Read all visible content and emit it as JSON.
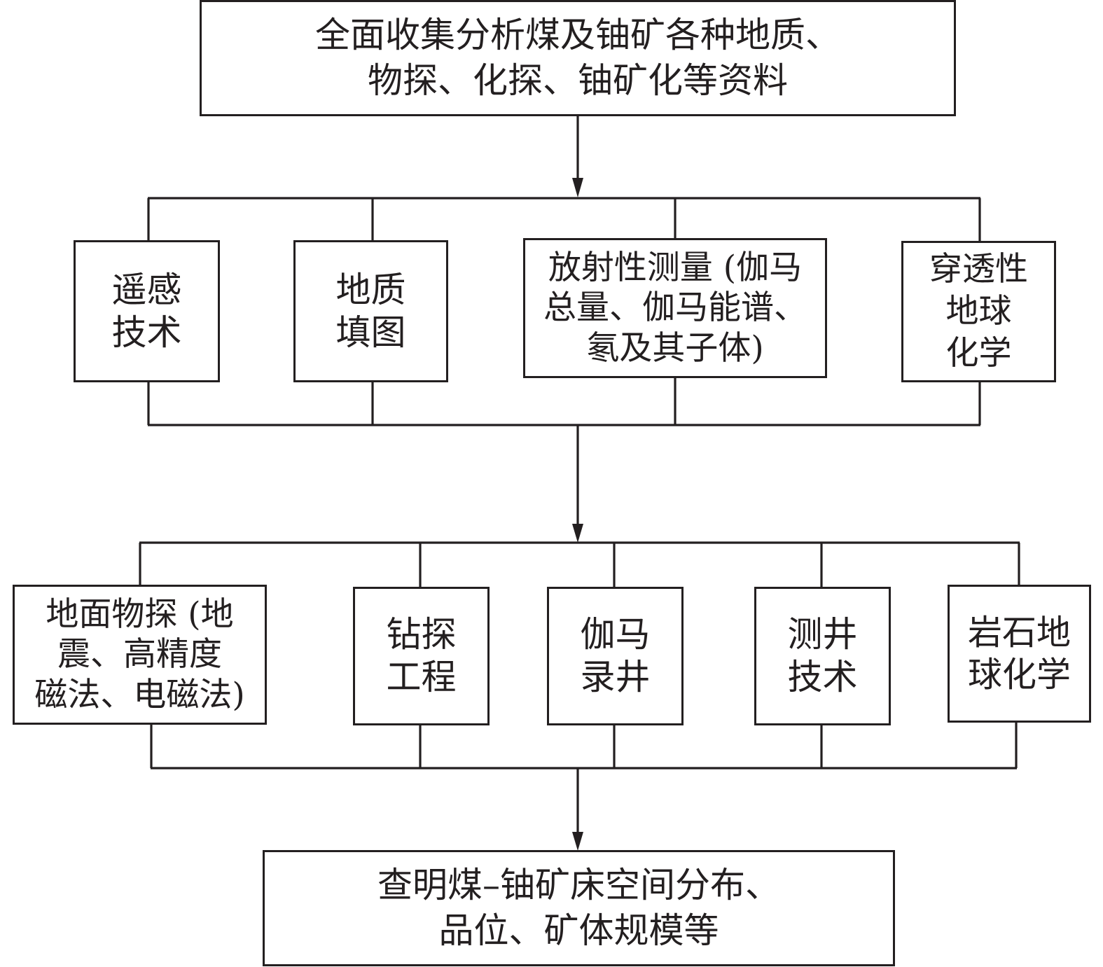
{
  "diagram": {
    "type": "flowchart",
    "direction": "top-to-bottom",
    "colors": {
      "stroke": "#231f20",
      "text": "#231f20",
      "background": "#ffffff"
    },
    "source": {
      "id": "top",
      "lines": [
        "全面收集分析煤及铀矿各种地质、",
        "物探、化探、铀矿化等资料"
      ]
    },
    "tier1": [
      {
        "id": "rs",
        "lines": [
          "遥感",
          "技术"
        ]
      },
      {
        "id": "geo",
        "lines": [
          "地质",
          "填图"
        ]
      },
      {
        "id": "rad",
        "lines": [
          "放射性测量 (伽马",
          "总量、伽马能谱、",
          "氡及其子体)"
        ]
      },
      {
        "id": "pen",
        "lines": [
          "穿透性",
          "地球",
          "化学"
        ]
      }
    ],
    "tier2": [
      {
        "id": "gph",
        "lines": [
          "地面物探 (地",
          "震、高精度",
          "磁法、电磁法)"
        ]
      },
      {
        "id": "drl",
        "lines": [
          "钻探",
          "工程"
        ]
      },
      {
        "id": "gml",
        "lines": [
          "伽马",
          "录井"
        ]
      },
      {
        "id": "wlg",
        "lines": [
          "测井",
          "技术"
        ]
      },
      {
        "id": "rgc",
        "lines": [
          "岩石地",
          "球化学"
        ]
      }
    ],
    "result": {
      "id": "out",
      "lines": [
        "查明煤–铀矿床空间分布、",
        "品位、矿体规模等"
      ]
    },
    "edges": [
      {
        "from": "top",
        "to": "tier1",
        "kind": "arrow-to-fanout-bus"
      },
      {
        "from": "tier1",
        "to": "tier2",
        "kind": "merge-bus-arrow-to-fanout-bus"
      },
      {
        "from": "tier2",
        "to": "out",
        "kind": "merge-bus-arrow"
      }
    ]
  }
}
